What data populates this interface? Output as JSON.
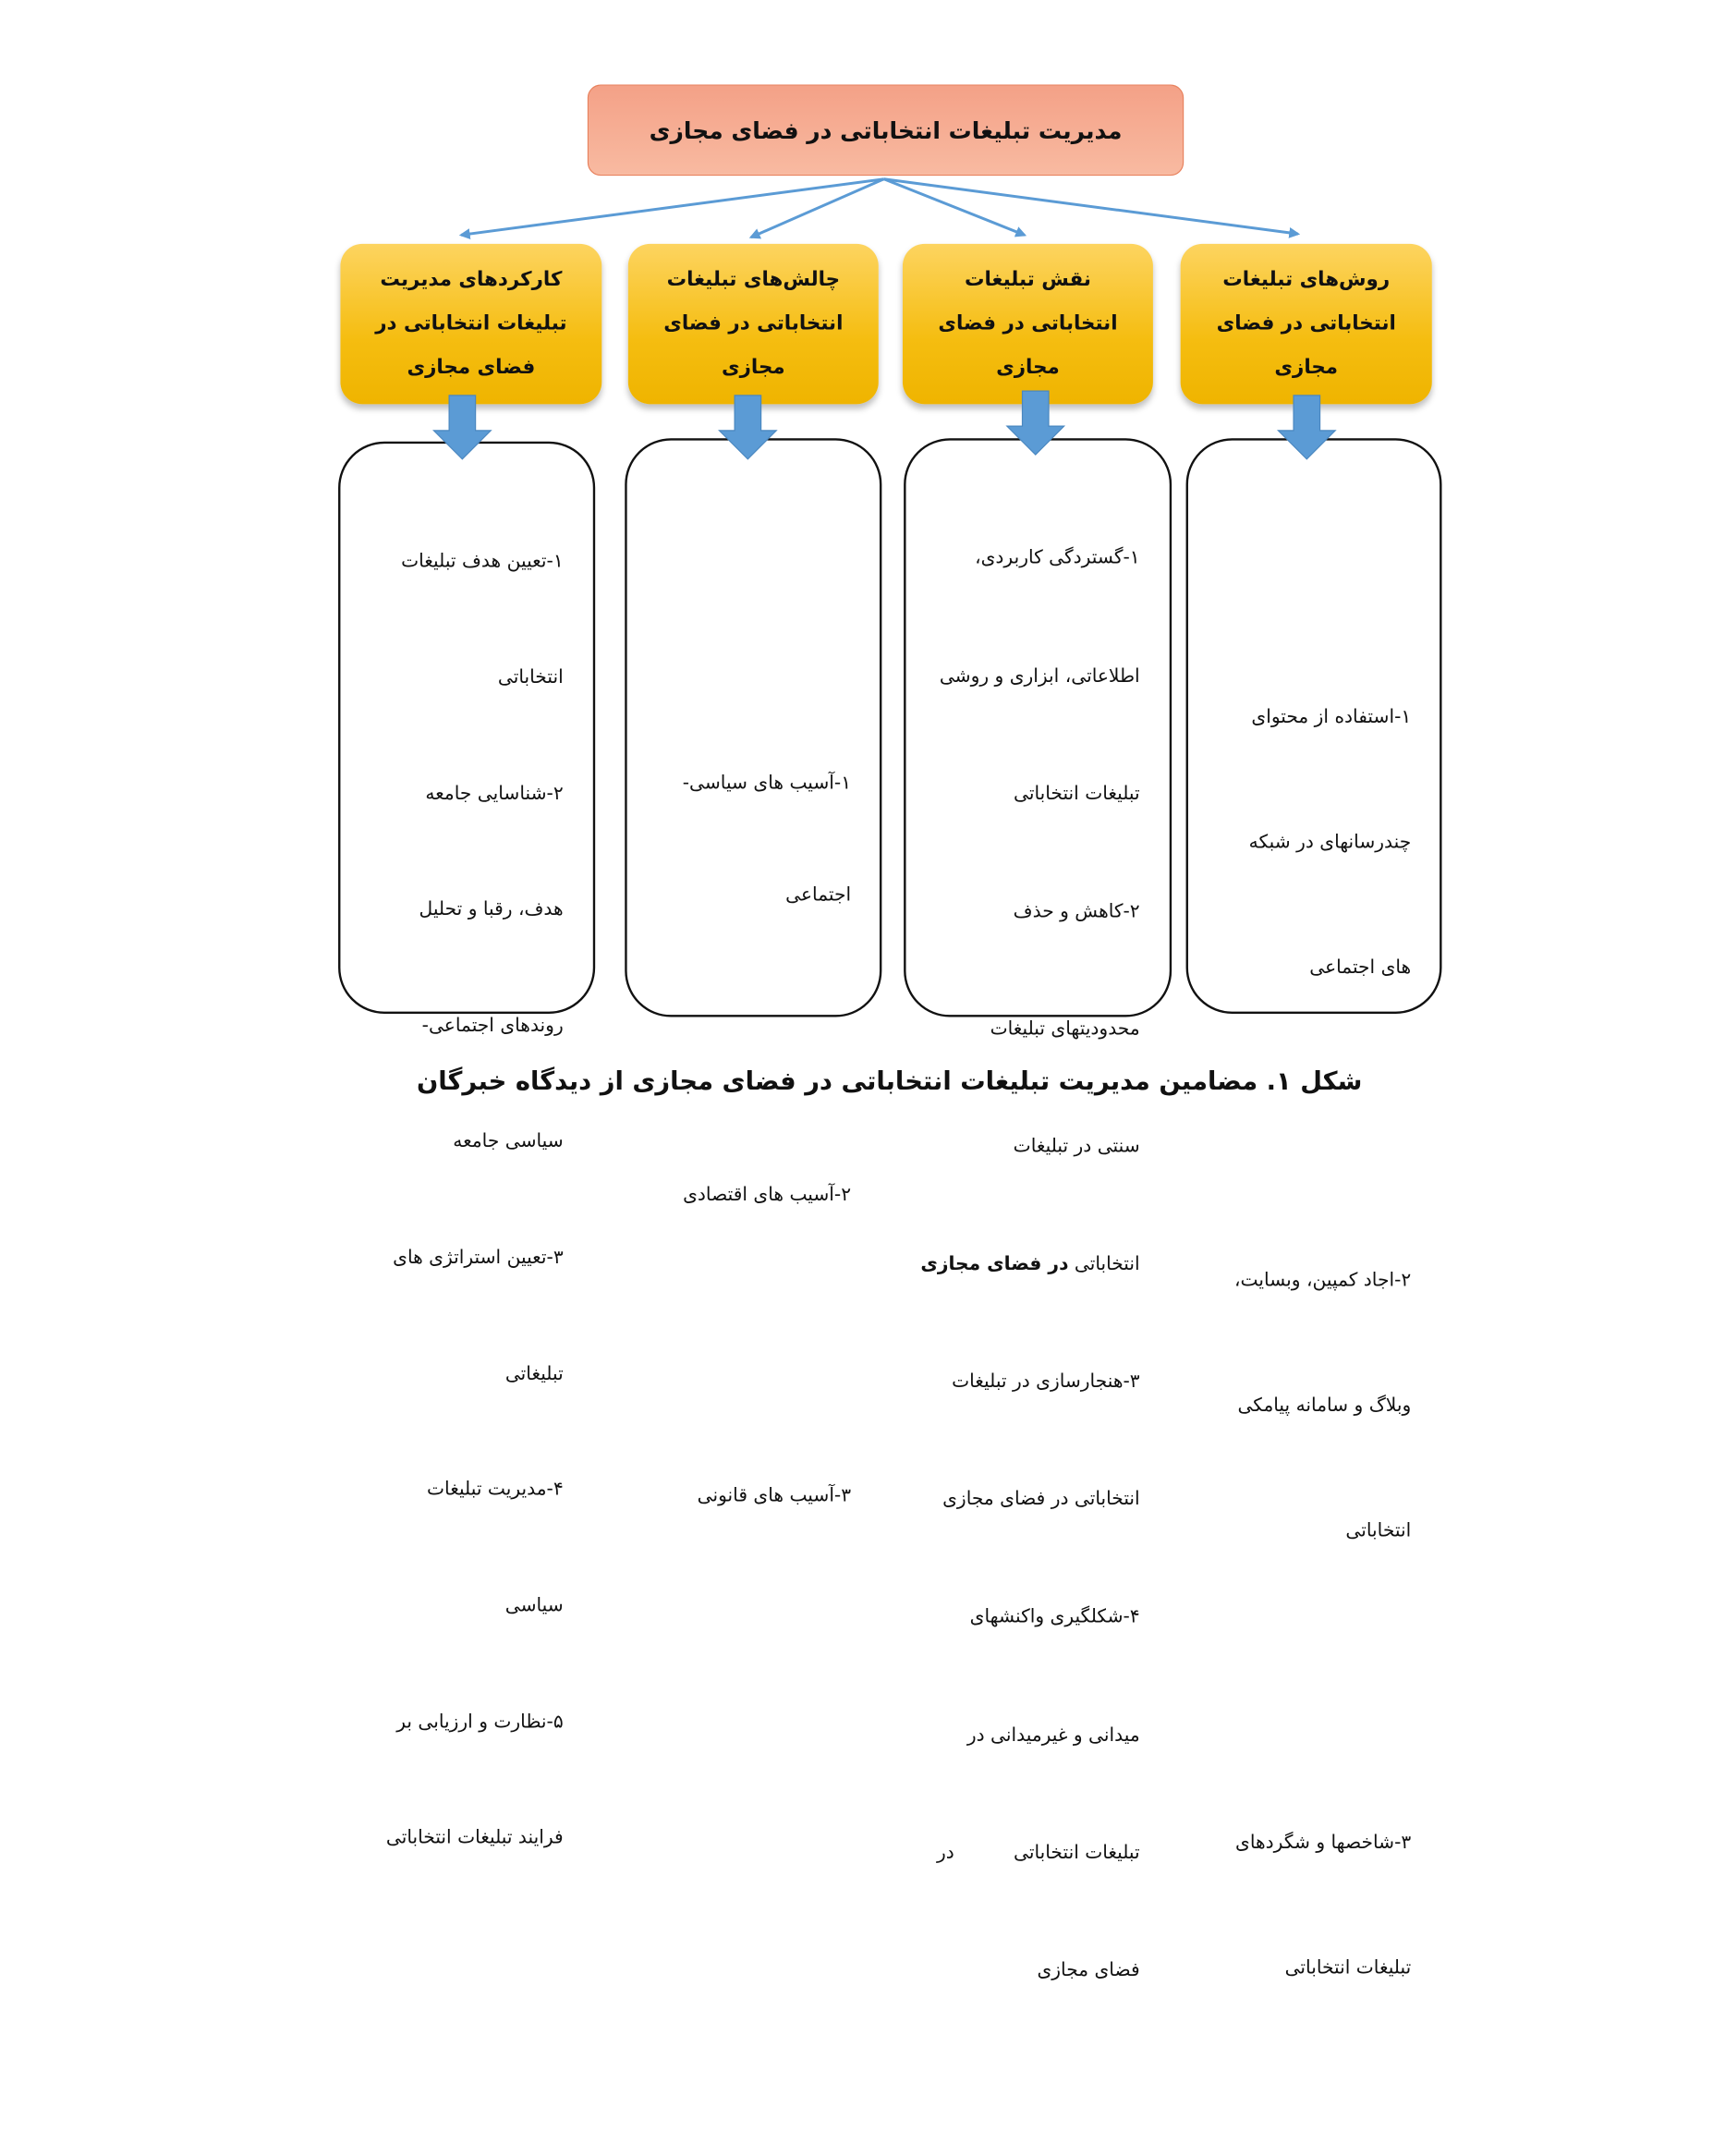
{
  "title": "مدیریت تبلیغات انتخاباتی در فضای مجازی",
  "categories": [
    {
      "heading": [
        "روش‌های تبلیغات",
        "انتخاباتی در فضای",
        "مجازی"
      ],
      "items": [
        [
          "۱-استفاده از محتوای",
          "چندرسانهای در شبکه",
          "های اجتماعی"
        ],
        [
          "۲-اجاد کمپین، وبسایت،",
          "وبلاگ و سامانه پیامکی",
          "انتخاباتی"
        ],
        [
          "۳-شاخصها و شگردهای",
          "تبلیغات انتخاباتی"
        ]
      ]
    },
    {
      "heading": [
        "نقش تبلیغات",
        "انتخاباتی در فضای",
        "مجازی"
      ],
      "lines": [
        "۱-گستردگی کاربردی،",
        "اطلاعاتی، ابزاری و روشی",
        "تبلیغات انتخاباتی",
        "۲-کاهش و حذف",
        "محدودیتهای تبلیغات",
        "سنتی در تبلیغات"
      ],
      "bold_line": {
        "plain": "انتخاباتی ",
        "bold": "در فضای مجازی"
      },
      "lines_after": [
        "۳-هنجارسازی در تبلیغات",
        "انتخاباتی در فضای مجازی",
        "۴-شکلگیری واکنشهای",
        "میدانی و غیرمیدانی در",
        "تبلیغات انتخاباتی          در",
        "فضای مجازی"
      ]
    },
    {
      "heading": [
        "چالش‌های تبلیغات",
        "انتخاباتی در فضای",
        "مجازی"
      ],
      "items": [
        [
          "۱-آسیب های سیاسی-",
          "اجتماعی"
        ],
        [
          "۲-آسیب های اقتصادی"
        ],
        [
          "۳-آسیب های قانونی"
        ]
      ]
    },
    {
      "heading": [
        "کارکردهای مدیریت",
        "تبلیغات انتخاباتی در",
        "فضای مجازی"
      ],
      "lines": [
        "۱-تعیین هدف تبلیغات",
        "انتخاباتی",
        "۲-شناسایی جامعه",
        "هدف، رقبا و تحلیل",
        "روندهای اجتماعی-",
        "سیاسی جامعه",
        "۳-تعیین استراتژی های",
        "تبلیغاتی",
        "۴-مدیریت تبلیغات",
        "سیاسی",
        "۵-نظارت و ارزیابی بر",
        "فرایند تبلیغات انتخاباتی"
      ]
    }
  ],
  "caption": "شکل ۱. مضامین مدیریت تبلیغات انتخاباتی در فضای مجازی از دیدگاه خبرگان",
  "colors": {
    "top_box": "#f4a187",
    "category_box": "#f5bd10",
    "arrow": "#5b9bd5",
    "border": "#111111"
  }
}
